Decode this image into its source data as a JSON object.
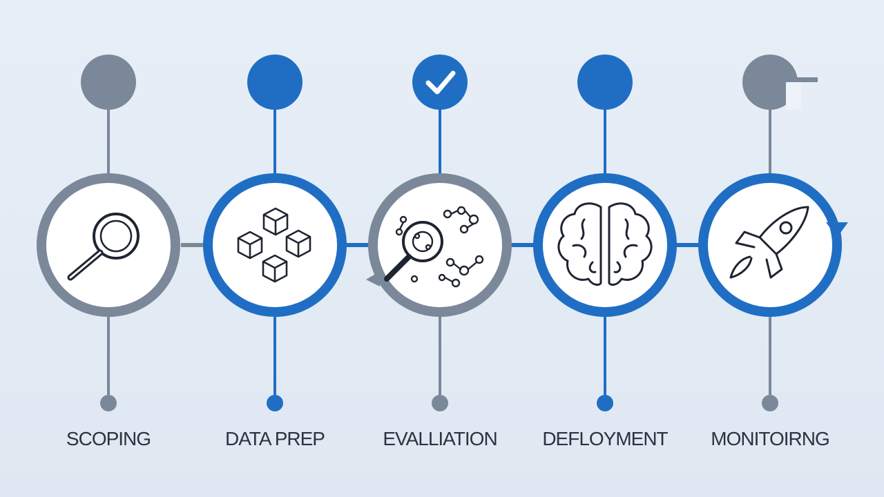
{
  "colors": {
    "gray": "#7b8899",
    "blue": "#1f6ec4",
    "background": "#e4ecf5",
    "disc_fill": "#ffffff",
    "icon_stroke": "#1e2430"
  },
  "stages": [
    {
      "label": "SCOPING",
      "theme": "gray",
      "top_marker": "filled-dot",
      "icon": "magnifier-icon"
    },
    {
      "label": "DATA PREP",
      "theme": "blue",
      "top_marker": "filled-dot",
      "icon": "cubes-icon"
    },
    {
      "label": "EVALLIATION",
      "theme": "gray",
      "top_marker": "check-dot",
      "icon": "magnifier-network-icon"
    },
    {
      "label": "DEFLOYMENT",
      "theme": "blue",
      "top_marker": "filled-dot",
      "icon": "brain-icon"
    },
    {
      "label": "MONITOIRNG",
      "theme": "blue",
      "top_marker": "flag-dot",
      "icon": "rocket-icon"
    }
  ]
}
